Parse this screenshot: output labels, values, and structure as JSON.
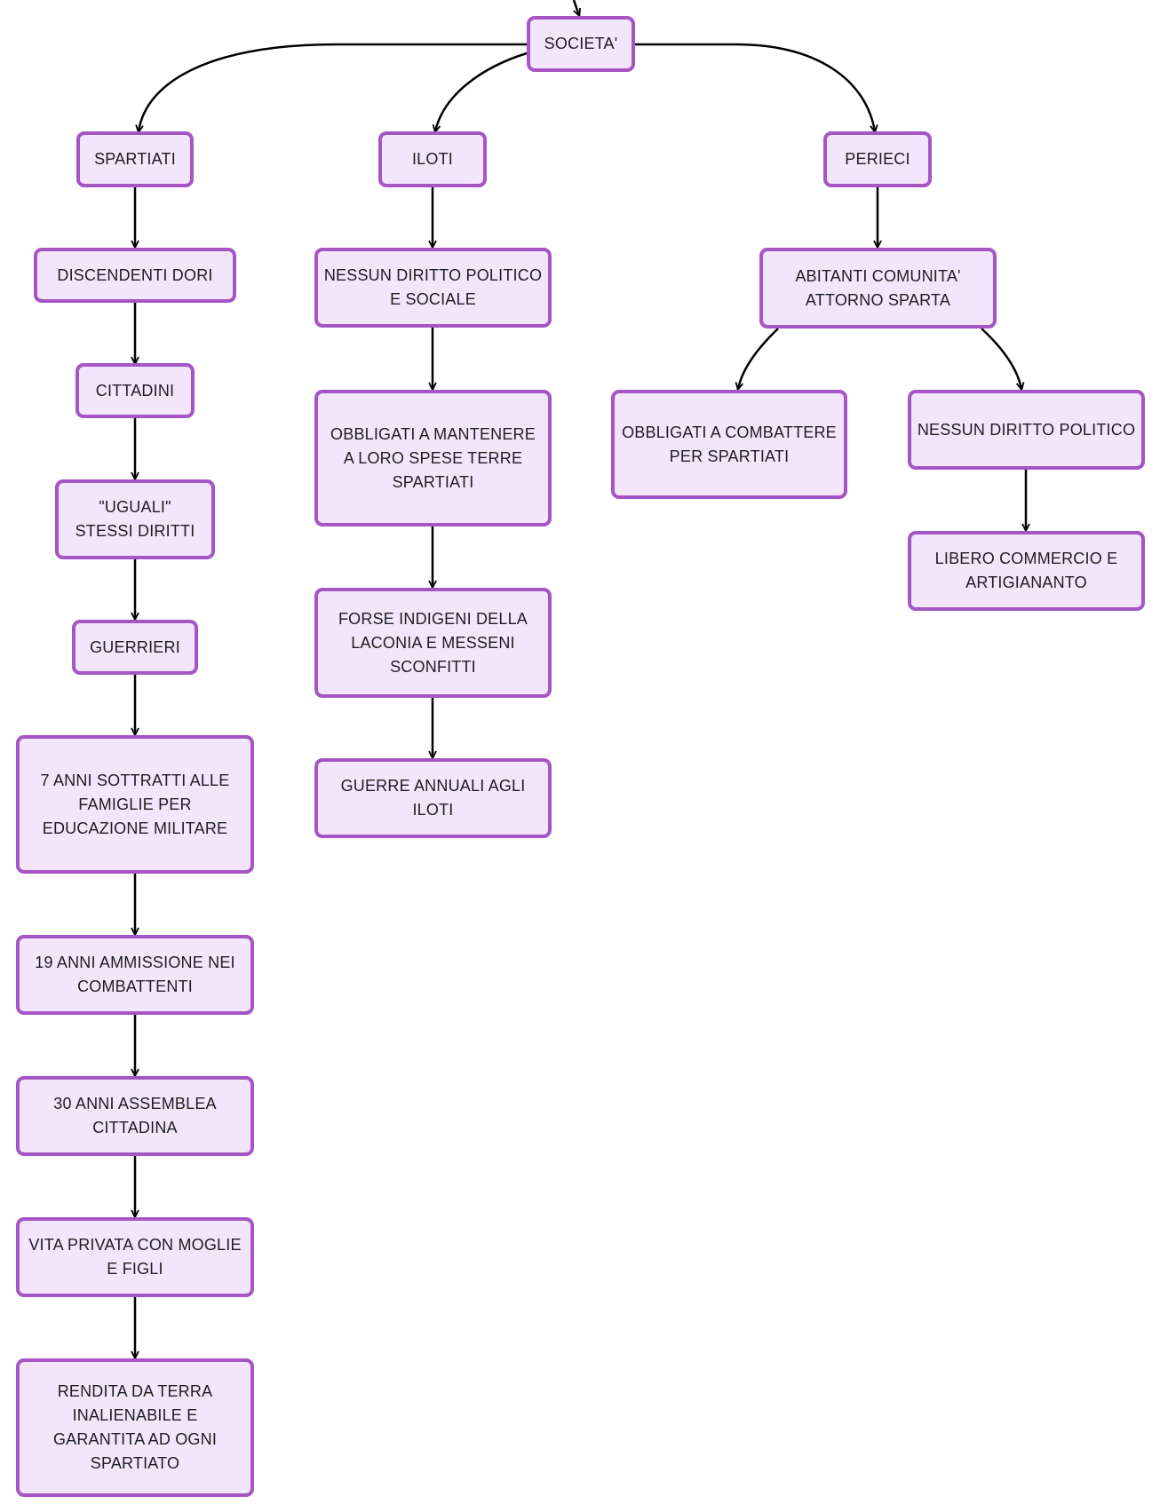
{
  "colors": {
    "node_fill": "#f3e5fb",
    "node_border": "#a556c4",
    "connector": "#000000",
    "text": "#1e1e1e"
  },
  "nodes": {
    "societa": "SOCIETA'",
    "spartiati": "SPARTIATI",
    "iloti": "ILOTI",
    "perieci": "PERIECI",
    "discendenti_dori": "DISCENDENTI DORI",
    "cittadini": "CITTADINI",
    "uguali": "\"UGUALI\"\nSTESSI DIRITTI",
    "guerrieri": "GUERRIERI",
    "sette_anni": "7 ANNI SOTTRATTI ALLE FAMIGLIE PER EDUCAZIONE MILITARE",
    "diciannove_anni": "19 ANNI AMMISSIONE NEI COMBATTENTI",
    "trenta_anni": "30 ANNI ASSEMBLEA CITTADINA",
    "vita_privata": "VITA PRIVATA CON MOGLIE E FIGLI",
    "rendita": "RENDITA DA TERRA INALIENABILE E GARANTITA AD OGNI SPARTIATO",
    "nessun_diritto_politico_sociale": "NESSUN DIRITTO POLITICO E SOCIALE",
    "obbligati_mantenere": "OBBLIGATI A MANTENERE A LORO SPESE TERRE SPARTIATI",
    "forse_indigeni": "FORSE INDIGENI DELLA LACONIA E MESSENI SCONFITTI",
    "guerre_annuali": "GUERRE ANNUALI AGLI ILOTI",
    "abitanti": "ABITANTI COMUNITA' ATTORNO SPARTA",
    "obbligati_combattere": "OBBLIGATI A COMBATTERE PER SPARTIATI",
    "nessun_diritto_politico": "NESSUN DIRITTO POLITICO",
    "libero_commercio": "LIBERO COMMERCIO E ARTIGIANANTO"
  },
  "edges": [
    [
      "societa",
      "spartiati"
    ],
    [
      "societa",
      "iloti"
    ],
    [
      "societa",
      "perieci"
    ],
    [
      "spartiati",
      "discendenti_dori"
    ],
    [
      "discendenti_dori",
      "cittadini"
    ],
    [
      "cittadini",
      "uguali"
    ],
    [
      "uguali",
      "guerrieri"
    ],
    [
      "guerrieri",
      "sette_anni"
    ],
    [
      "sette_anni",
      "diciannove_anni"
    ],
    [
      "diciannove_anni",
      "trenta_anni"
    ],
    [
      "trenta_anni",
      "vita_privata"
    ],
    [
      "vita_privata",
      "rendita"
    ],
    [
      "iloti",
      "nessun_diritto_politico_sociale"
    ],
    [
      "nessun_diritto_politico_sociale",
      "obbligati_mantenere"
    ],
    [
      "obbligati_mantenere",
      "forse_indigeni"
    ],
    [
      "forse_indigeni",
      "guerre_annuali"
    ],
    [
      "perieci",
      "abitanti"
    ],
    [
      "abitanti",
      "obbligati_combattere"
    ],
    [
      "abitanti",
      "nessun_diritto_politico"
    ],
    [
      "nessun_diritto_politico",
      "libero_commercio"
    ]
  ]
}
